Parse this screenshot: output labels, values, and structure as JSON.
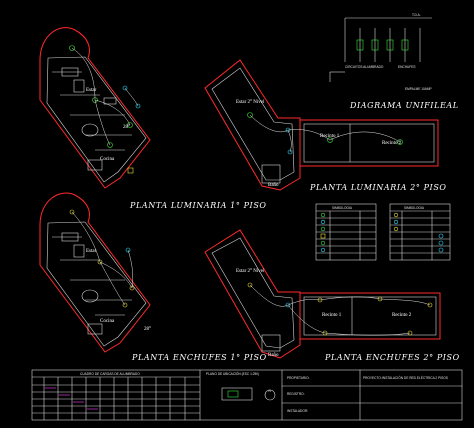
{
  "titles": {
    "lum1": "PLANTA LUMINARIA 1° PISO",
    "lum2": "PLANTA LUMINARIA 2° PISO",
    "ench1": "PLANTA ENCHUFES 1° PISO",
    "ench2": "PLANTA ENCHUFES 2° PISO",
    "unifilar": "DIAGRAMA UNIFILEAL"
  },
  "rooms": {
    "estar": "Estar",
    "cocina": "Cocina",
    "estar2": "Estar 2° Nivel",
    "recinto1": "Recinto 1",
    "recinto2": "Recinto 2",
    "bano": "Baño"
  },
  "legend": {
    "lum_title": "SIMBOLOGIA",
    "ench_title": "SIMBOLOGIA"
  },
  "unifilar": {
    "tda": "T.D.A.",
    "circuit_label": "CIRCUITOS ALUMBRADO",
    "enchufes_label": "ENCHUFES",
    "main_label": "EMPALME 10AMP"
  },
  "table": {
    "title": "CUADRO DE CARGAS DE ALUMBRADO",
    "plano_label": "PLANO DE UBICACIÓN (ESC 1:250)",
    "propietario_label": "PROPIETARIO:",
    "proyecto_label": "PROYECTO:",
    "proyecto_value": "INSTALACIÓN DE RED ELÉCTRICA 2 PISOS",
    "registro_label": "REGISTRO:",
    "instalador_label": "INSTALADOR:",
    "north": "N"
  },
  "colors": {
    "background": "#000000",
    "walls": "#ff2a2a",
    "text": "#ffffff",
    "symbols_green": "#37e637",
    "symbols_cyan": "#28e0ff",
    "symbols_yellow": "#f0e030"
  }
}
